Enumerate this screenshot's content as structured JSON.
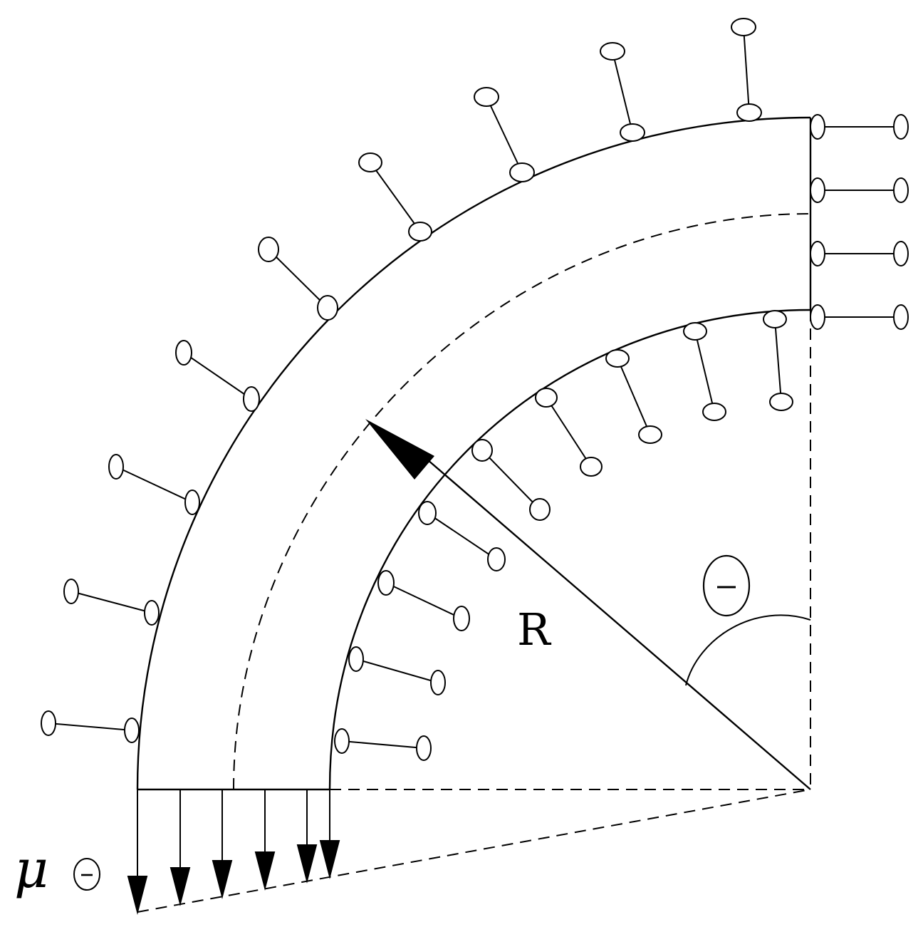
{
  "labels": {
    "radius": "R",
    "angle": "θ",
    "displacement": "μ",
    "displacement_subscript": "θ"
  },
  "colors": {
    "stroke": "#000000",
    "background": "#ffffff"
  }
}
